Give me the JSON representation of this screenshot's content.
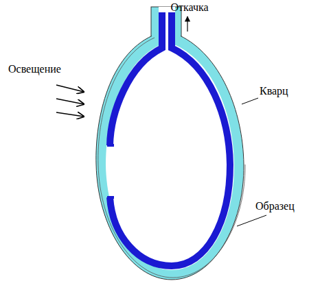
{
  "diagram": {
    "labels": [
      "Откачка",
      "Кварц",
      "Освещение",
      "Образец"
    ]
  }
}
